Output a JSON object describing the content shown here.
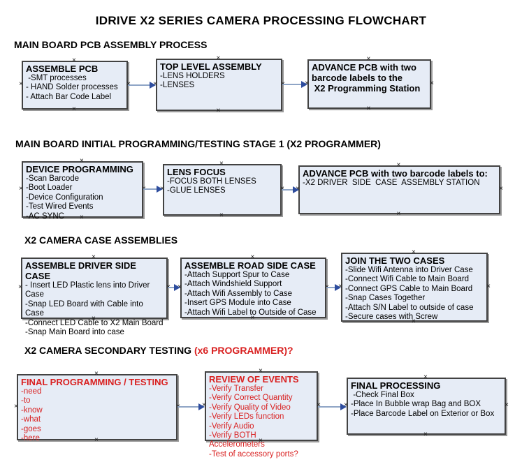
{
  "title": "IDRIVE X2  SERIES CAMERA PROCESSING FLOWCHART",
  "colors": {
    "box_fill": "#e6ecf6",
    "box_border": "#424242",
    "accent_red": "#d92121",
    "connector_line": "#8fa5c6",
    "connector_arrow": "#2e4d9e"
  },
  "icons": {
    "connection_point": "×"
  },
  "sections": [
    {
      "header": "MAIN BOARD PCB ASSEMBLY PROCESS",
      "boxes": [
        {
          "title": "ASSEMBLE PCB",
          "items": [
            " -SMT processes",
            "- HAND Solder processes",
            "- Attach Bar Code Label"
          ]
        },
        {
          "title": "TOP LEVEL ASSEMBLY",
          "items": [
            "-LENS HOLDERS",
            "-LENSES"
          ]
        },
        {
          "title": "ADVANCE PCB with two\nbarcode labels to the\n X2 Programming Station",
          "items": []
        }
      ]
    },
    {
      "header": "MAIN BOARD INITIAL PROGRAMMING/TESTING STAGE 1 (X2 PROGRAMMER)",
      "boxes": [
        {
          "title": "DEVICE PROGRAMMING",
          "items": [
            "-Scan Barcode",
            "-Boot Loader",
            "-Device Configuration",
            "-Test Wired Events",
            "-AC SYNC"
          ]
        },
        {
          "title": "LENS FOCUS",
          "items": [
            "-FOCUS BOTH LENSES",
            "-GLUE LENSES"
          ]
        },
        {
          "title": "ADVANCE PCB with two barcode labels to:",
          "items": [
            "-X2 DRIVER  SIDE  CASE  ASSEMBLY STATION"
          ]
        }
      ]
    },
    {
      "header": "X2 CAMERA CASE ASSEMBLIES",
      "boxes": [
        {
          "title": "ASSEMBLE DRIVER SIDE CASE",
          "items": [
            "- Insert LED Plastic lens into Driver Case",
            "-Snap LED Board with Cable into Case",
            "-Connect LED Cable to X2 Main Board",
            "-Snap Main Board into case"
          ]
        },
        {
          "title": "ASSEMBLE ROAD SIDE CASE",
          "items": [
            "-Attach Support Spur to Case",
            "-Attach Windshield Support",
            "-Attach Wifi Assembly to Case",
            "-Insert GPS Module into Case",
            "-Attach Wifi Label to Outside of Case"
          ]
        },
        {
          "title": "JOIN THE TWO CASES",
          "items": [
            "-Slide Wifi Antenna into Driver Case",
            "-Connect Wifi Cable to Main Board",
            "-Connect GPS Cable to Main Board",
            "-Snap Cases Together",
            "-Attach S/N Label to outside of case",
            "-Secure cases with Screw"
          ]
        }
      ]
    },
    {
      "header": "X2 CAMERA SECONDARY TESTING ",
      "header_highlight": " (x6 PROGRAMMER)?",
      "boxes": [
        {
          "title": "FINAL PROGRAMMING / TESTING",
          "items": [
            "-need",
            "-to",
            "-know",
            "-what",
            "-goes",
            "-here"
          ]
        },
        {
          "title": "REVIEW OF EVENTS",
          "items": [
            "-Verify Transfer",
            "-Verify Correct Quantity",
            "-Verify Quality of Video",
            "-Verify LEDs function",
            "-Verify Audio",
            "-Verify BOTH Accelerometers",
            "-Test of accessory ports?"
          ]
        },
        {
          "title": "FINAL PROCESSING",
          "items": [
            " -Check Final Box",
            "-Place In Bubble wrap Bag and BOX",
            "-Place Barcode Label on Exterior or Box"
          ]
        }
      ]
    }
  ]
}
